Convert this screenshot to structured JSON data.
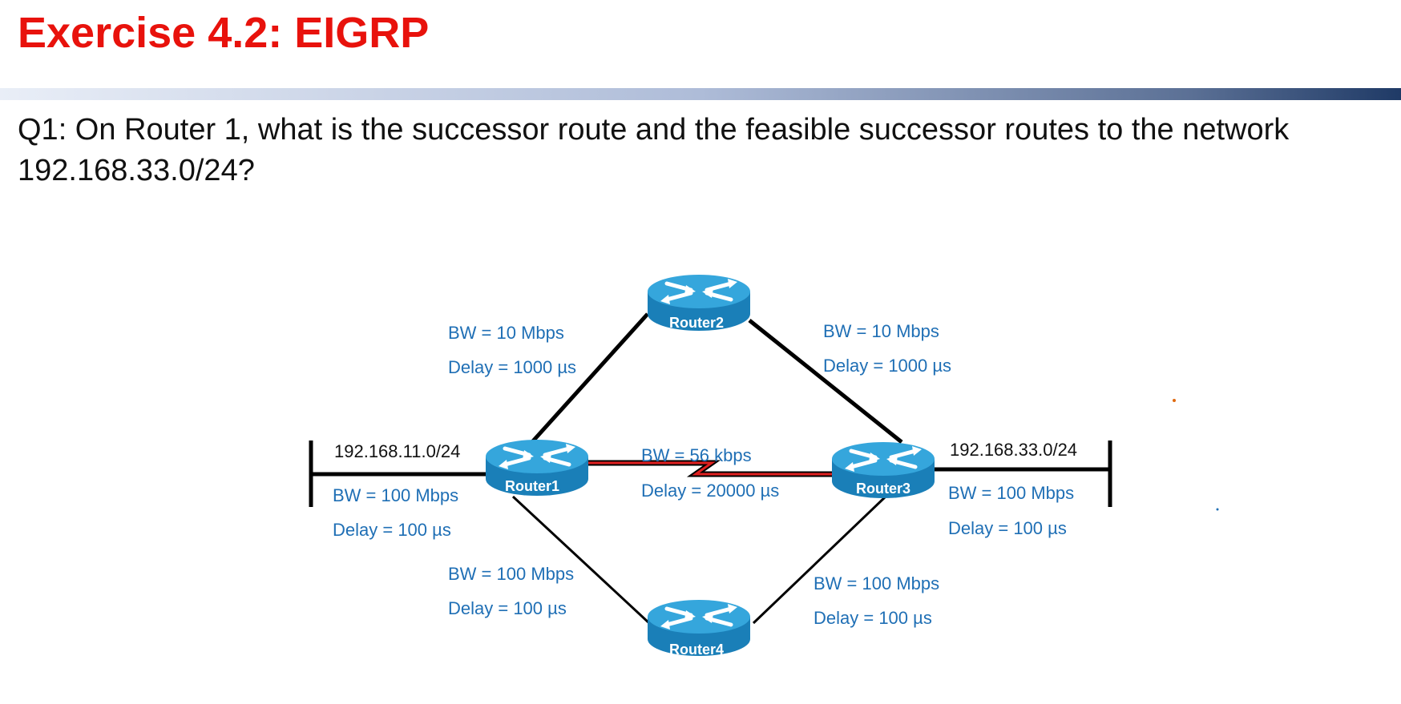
{
  "title": "Exercise 4.2: EIGRP",
  "question": "Q1: On Router 1, what is the successor route and the feasible successor routes to the network 192.168.33.0/24?",
  "routers": {
    "r1": "Router1",
    "r2": "Router2",
    "r3": "Router3",
    "r4": "Router4"
  },
  "networks": {
    "left": "192.168.11.0/24",
    "right": "192.168.33.0/24"
  },
  "links": {
    "r1_r2": {
      "bw": "BW = 10 Mbps",
      "delay": "Delay = 1000 µs"
    },
    "r2_r3": {
      "bw": "BW = 10 Mbps",
      "delay": "Delay = 1000 µs"
    },
    "r1_r3": {
      "bw": "BW = 56 kbps",
      "delay": "Delay = 20000 µs"
    },
    "r1_r4": {
      "bw": "BW = 100 Mbps",
      "delay": "Delay = 100 µs"
    },
    "r4_r3": {
      "bw": "BW = 100 Mbps",
      "delay": "Delay = 100 µs"
    },
    "left_lan": {
      "bw": "BW = 100 Mbps",
      "delay": "Delay = 100 µs"
    },
    "right_lan": {
      "bw": "BW = 100 Mbps",
      "delay": "Delay = 100 µs"
    }
  },
  "colors": {
    "title": "#e8120c",
    "link_label": "#1f6fb5",
    "router_top": "#35a6dc",
    "router_side": "#1a7fb8",
    "serial_link": "#e02020"
  }
}
